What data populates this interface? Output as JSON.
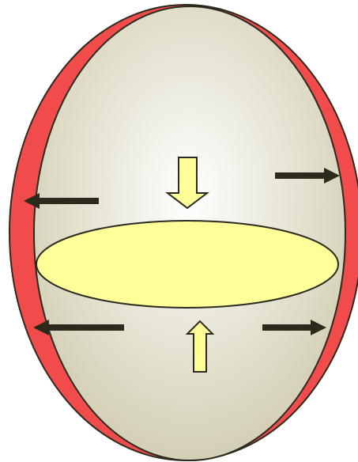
{
  "colors": {
    "background": "#ffffff",
    "outer_shell": "#f24b4b",
    "inner_body_center": "#ffffff",
    "inner_body_edge": "#d0ccaf",
    "plate": "#ffff99",
    "outline": "#2b2a1f",
    "dark_arrow": "#2c2a1c",
    "light_arrow": "#ffff99"
  },
  "shapes": {
    "outer_shell": "red-ellipse",
    "inner_body": "grey-radial-gradient-ellipse",
    "plate": "yellow-flat-ellipse"
  },
  "arrows": {
    "inward": [
      {
        "name": "down-arrow",
        "direction": "down",
        "style": "block"
      },
      {
        "name": "up-arrow",
        "direction": "up",
        "style": "block"
      }
    ],
    "outward": [
      {
        "name": "upper-left-arrow",
        "direction": "left"
      },
      {
        "name": "upper-right-arrow",
        "direction": "right"
      },
      {
        "name": "lower-left-arrow",
        "direction": "left"
      },
      {
        "name": "lower-right-arrow",
        "direction": "right"
      }
    ]
  }
}
